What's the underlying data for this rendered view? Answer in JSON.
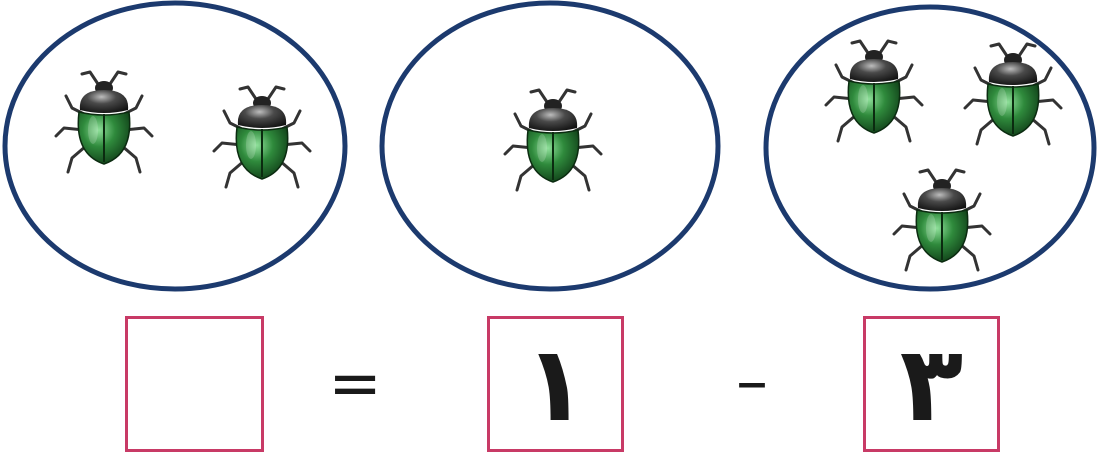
{
  "worksheet": {
    "groups": [
      {
        "beetle_count": 2
      },
      {
        "beetle_count": 1
      },
      {
        "beetle_count": 3
      }
    ],
    "equation": {
      "answer_box_value": "",
      "equals_sign": "=",
      "subtrahend": "١",
      "minus_sign": "–",
      "minuend": "٣"
    },
    "colors": {
      "circle_stroke": "#1c3a6e",
      "box_border": "#c83a66",
      "beetle_shell": "#2f8a3c",
      "beetle_head": "#2b2b2b"
    },
    "icons": {
      "creature": "beetle-icon"
    }
  }
}
